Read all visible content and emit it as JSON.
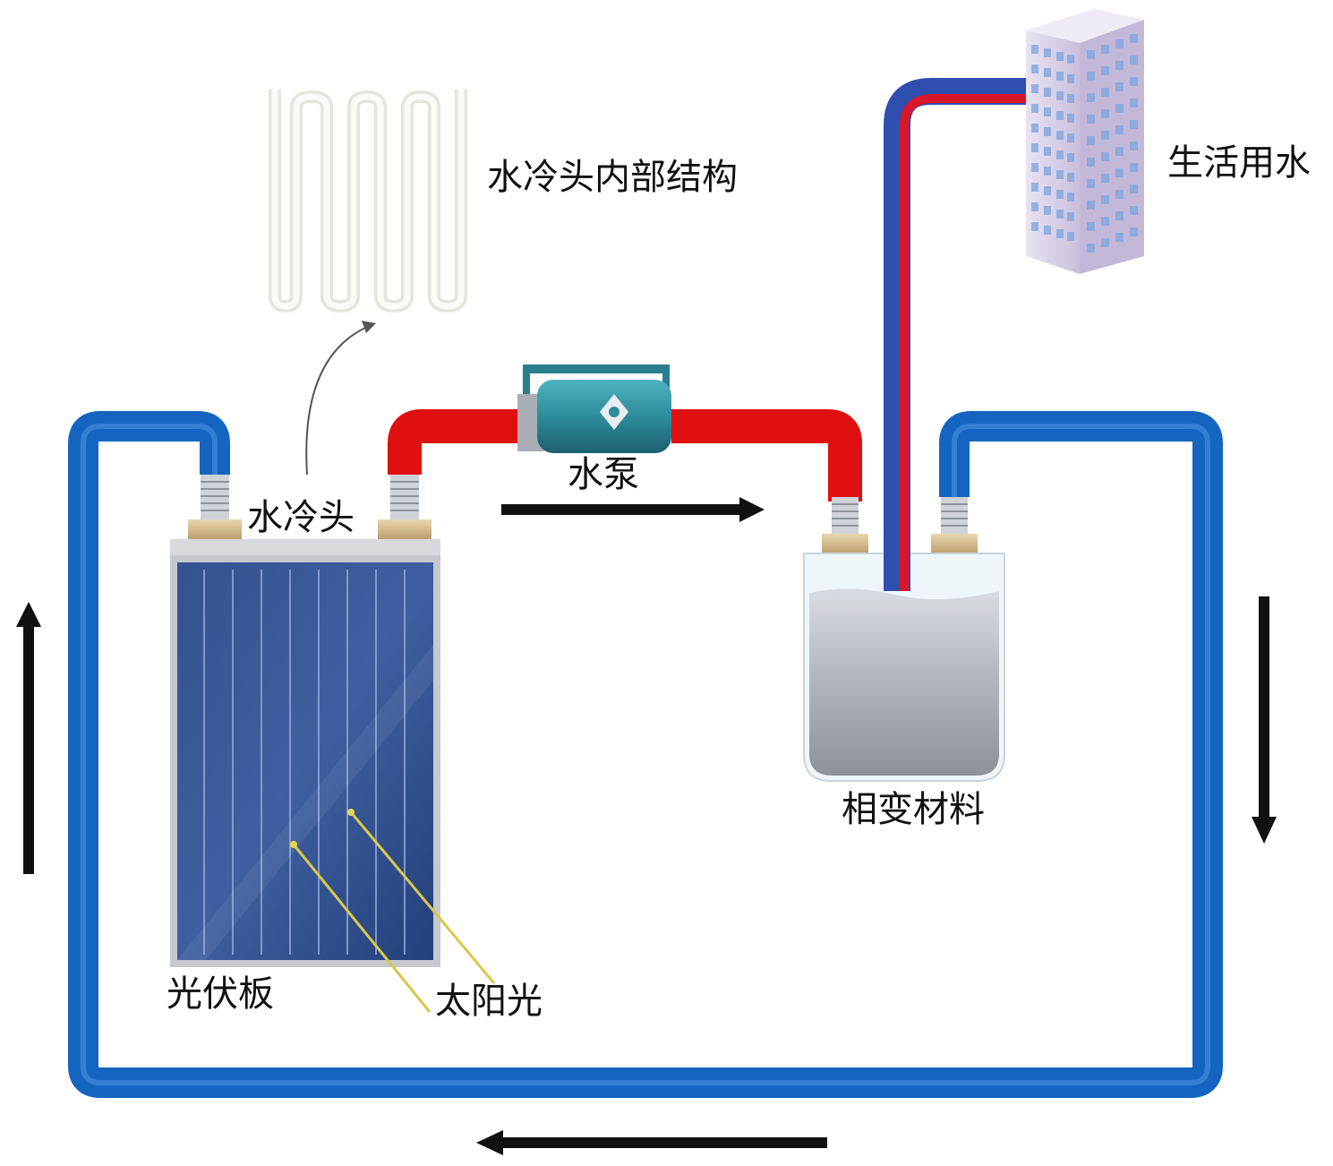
{
  "labels": {
    "internal_structure": "水冷头内部结构",
    "domestic_water": "生活用水",
    "pump": "水泵",
    "cold_head": "水冷头",
    "pv_panel": "光伏板",
    "sunlight": "太阳光",
    "pcm": "相变材料"
  },
  "colors": {
    "cold_pipe": "#1565c0",
    "hot_pipe": "#e01010",
    "panel": "#2a4a86",
    "pcm_tank": "#9aa0a6",
    "arrow": "#111111"
  }
}
